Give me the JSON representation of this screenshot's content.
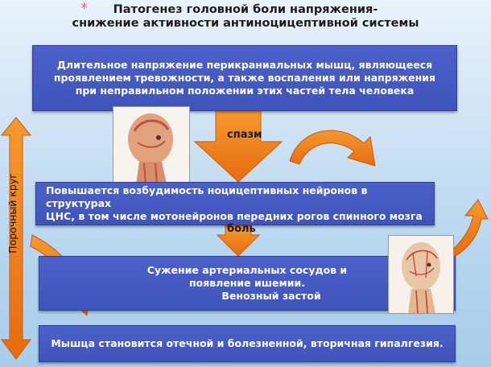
{
  "title": {
    "bullet": "*",
    "line1": "Патогенез головной боли напряжения-",
    "line2": "снижение активности антиноцицептивной системы"
  },
  "boxes": {
    "box1": [
      "Длительное напряжение перикраниальных мышц, являющееся",
      "проявлением тревожности, а также воспаления или напряжения",
      "при неправильном положении этих частей тела человека"
    ],
    "box2": [
      "Повышается возбудимость ноцицептивных нейронов в структурах",
      "ЦНС, в том числе мотонейронов передних рогов спинного мозга"
    ],
    "box3": [
      "Сужение артериальных сосудов и",
      "появление ишемии.",
      "Венозный застой"
    ],
    "box4": "Мышца становится отечной и болезненной, вторичная гипалгезия."
  },
  "labels": {
    "spasm": "спазм",
    "pain": "боль",
    "vicious_circle": "Порочный круг"
  },
  "colors": {
    "box_blue": "#4258c2",
    "arrow_orange": "#f07d1a"
  }
}
